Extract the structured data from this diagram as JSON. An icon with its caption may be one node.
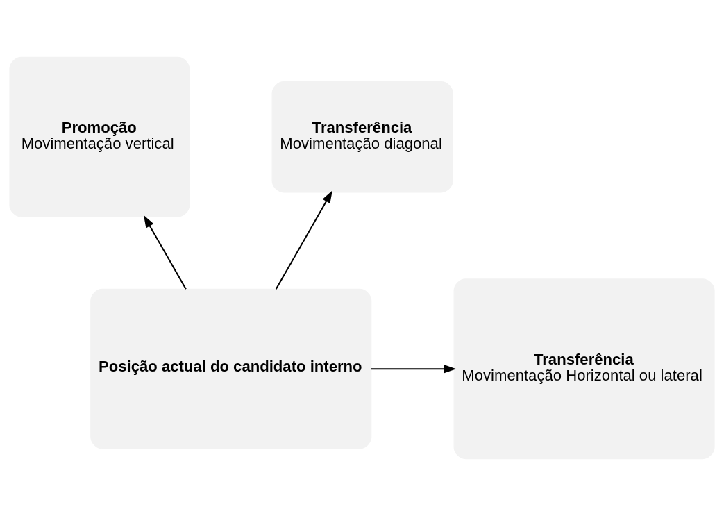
{
  "diagram": {
    "nodes": [
      {
        "text": [
          "Promoção",
          "Movimentação vertical"
        ]
      },
      {
        "text": [
          "Transferência",
          "Movimentação diagonal"
        ]
      },
      {
        "text": [
          "Posição actual do candidato interno"
        ]
      },
      {
        "text": [
          "Transferência",
          "Movimentação Horizontal ou lateral"
        ]
      }
    ],
    "edges": [
      {
        "from": 2,
        "to": 0,
        "arrow": "to"
      },
      {
        "from": 2,
        "to": 1,
        "arrow": "to"
      },
      {
        "from": 2,
        "to": 3,
        "arrow": "to"
      }
    ]
  }
}
